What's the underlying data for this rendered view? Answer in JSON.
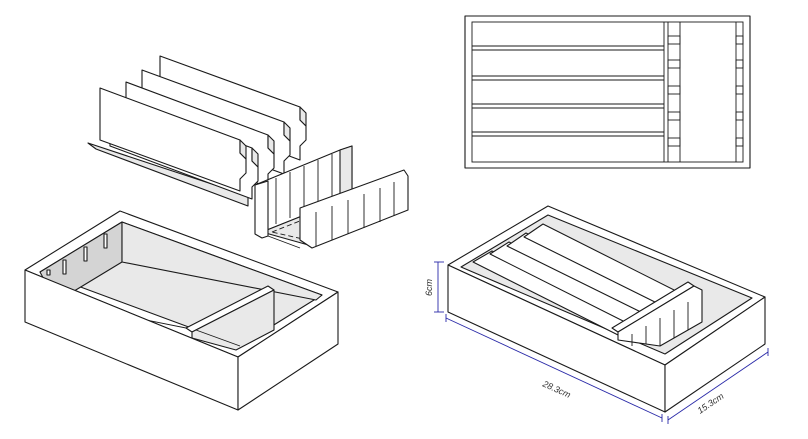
{
  "dimensions": {
    "height_label": "6cm",
    "length_label": "28.3cm",
    "width_label": "15.3cm",
    "line_color": "#2a2aa8"
  },
  "line_color": "#1a1a1a"
}
